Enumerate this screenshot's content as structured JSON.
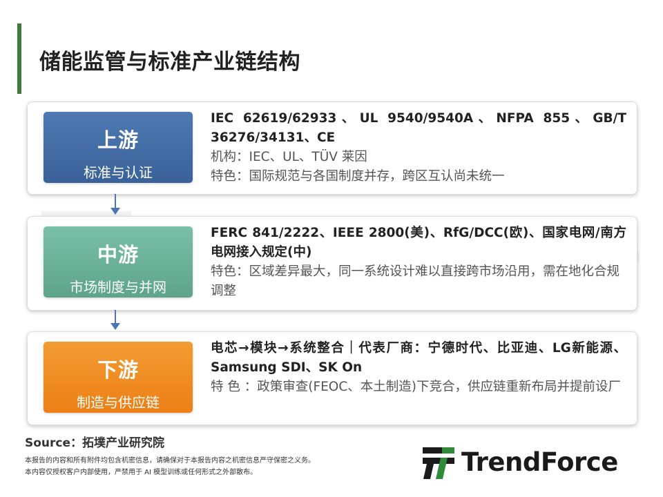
{
  "title": "储能监管与标准产业链结构",
  "watermark_text": "TrendForce",
  "tiers": [
    {
      "name": "上游",
      "subtitle": "标准与认证",
      "headline": "IEC 62619/62933、UL 9540/9540A、NFPA 855、GB/T 36276/34131、CE",
      "lines": [
        "机构：IEC、UL、TÜV 莱因",
        "特色：国际规范与各国制度并存，跨区互认尚未统一"
      ],
      "color": "#4169a6"
    },
    {
      "name": "中游",
      "subtitle": "市场制度与并网",
      "headline": "FERC 841/2222、IEEE 2800(美)、RfG/DCC(欧)、国家电网/南方电网接入规定(中)",
      "lines": [
        "特色：区域差异最大，同一系统设计难以直接跨市场沿用，需在地化合规调整"
      ],
      "color": "#6ab09a"
    },
    {
      "name": "下游",
      "subtitle": "制造与供应链",
      "headline": "电芯→模块→系统整合｜代表厂商：宁德时代、比亚迪、LG新能源、Samsung SDI、SK On",
      "lines": [
        "特 色 ：政策审查(FEOC、本土制造)下竞合，供应链重新布局并提前设厂"
      ],
      "color": "#f08a1e"
    }
  ],
  "footer": {
    "source": "Source：拓墣产业研究院",
    "disclaimer_1": "本报告的内容和所有附件均包含机密信息，请确保对于本报告内容之机密信息严守保密之义务。",
    "disclaimer_2": "本内容仅授权客户内部使用，严禁用于 AI 模型训练或任何形式之外部散布。",
    "logo_text": "TrendForce"
  },
  "colors": {
    "accent_green": "#3e7b38",
    "arrow_blue": "#4a77b4"
  }
}
